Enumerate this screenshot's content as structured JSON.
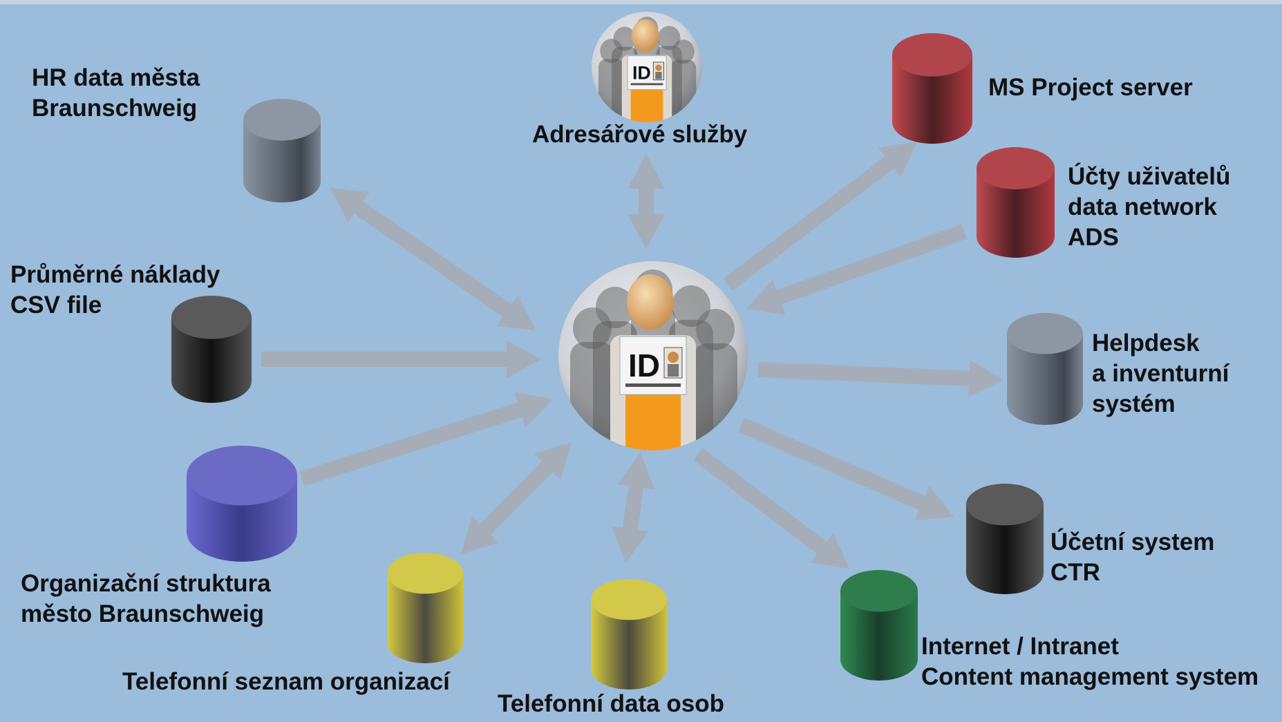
{
  "center": {
    "badge_text": "ID"
  },
  "top": {
    "badge_text": "ID",
    "label": "Adresářové služby"
  },
  "colors": {
    "background": "#9bbcdb",
    "arrow": "#a5adb8",
    "gray": "#6d7784",
    "dark": "#222222",
    "blue": "#4a4aa0",
    "yellow": "#b8ad2a",
    "green": "#1f6d3c",
    "red": "#9e2f34"
  },
  "sources": [
    {
      "id": "hr",
      "lines": [
        "HR data města",
        "Braunschweig"
      ],
      "color": "gray"
    },
    {
      "id": "naklady",
      "lines": [
        "Průměrné náklady",
        "CSV file"
      ],
      "color": "dark"
    },
    {
      "id": "org",
      "lines": [
        "Organizační struktura",
        "město Braunschweig"
      ],
      "color": "blue"
    },
    {
      "id": "telorg",
      "lines": [
        "Telefonní seznam organizací"
      ],
      "color": "yellow"
    },
    {
      "id": "telos",
      "lines": [
        "Telefonní data osob"
      ],
      "color": "yellow"
    },
    {
      "id": "internet",
      "lines": [
        "Internet / Intranet",
        "Content management system"
      ],
      "color": "green"
    },
    {
      "id": "ucetni",
      "lines": [
        "Účetní system",
        "CTR"
      ],
      "color": "dark"
    },
    {
      "id": "helpdesk",
      "lines": [
        "Helpdesk",
        "a inventurní",
        "systém"
      ],
      "color": "gray"
    },
    {
      "id": "ucty",
      "lines": [
        "Účty uživatelů",
        "data network",
        "ADS"
      ],
      "color": "red"
    },
    {
      "id": "msproject",
      "lines": [
        "MS Project server"
      ],
      "color": "red"
    }
  ]
}
